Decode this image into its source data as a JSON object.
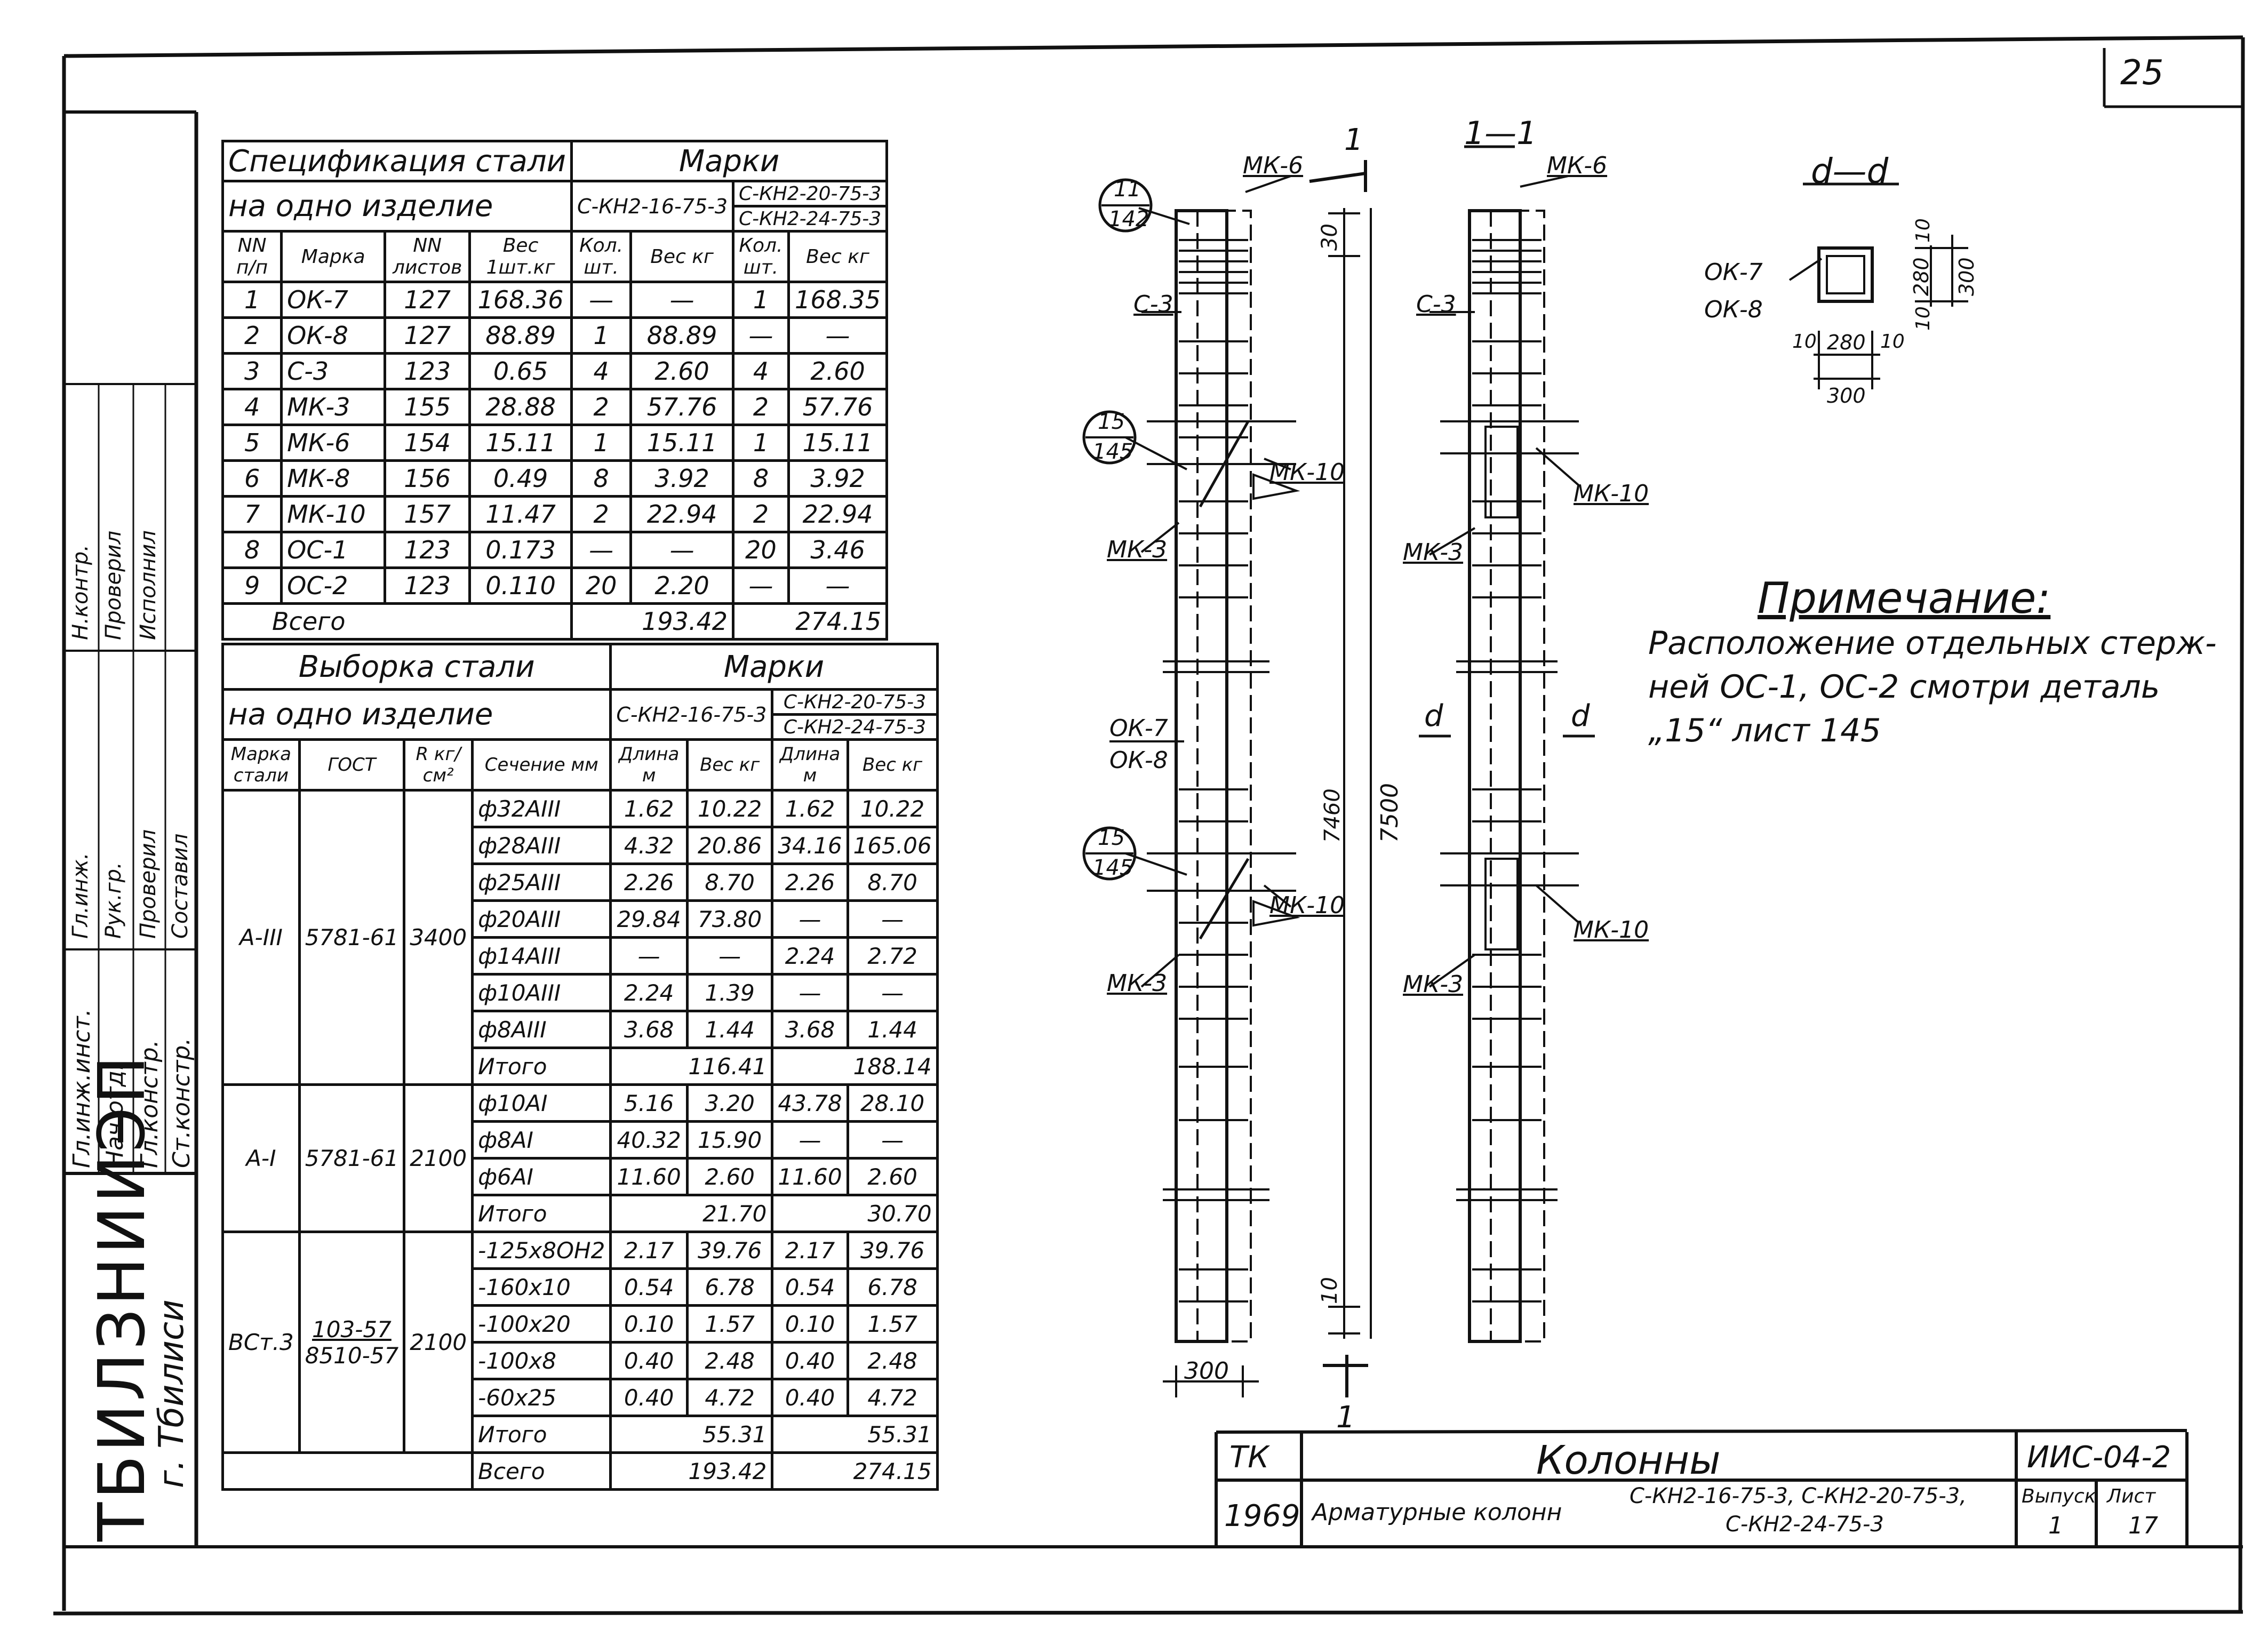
{
  "page_number": "25",
  "org": {
    "name": "ТБИЛЗНИИЭП",
    "city": "г. Тбилиси"
  },
  "signatures": {
    "roles": [
      "Гл.инж.инст.",
      "Нач.отд.",
      "Гл.констр.",
      "Ст.констр.",
      "Н.контр.",
      "Проверил",
      "Исполнил"
    ],
    "names": [
      "Гл.инж.",
      "Рук.гр.",
      "Проверил",
      "Составил"
    ]
  },
  "spec_table": {
    "title_line1": "Спецификация стали",
    "title_line2": "на одно изделие",
    "marks_header": "Марки",
    "mark1": "С-КН2-16-75-3",
    "mark2_line1": "С-КН2-20-75-3",
    "mark2_line2": "С-КН2-24-75-3",
    "col_headers": {
      "no": "NN п/п",
      "brand": "Марка",
      "sheets": "NN листов",
      "weight": "Вес 1шт.кг",
      "qty1": "Кол. шт.",
      "weight1": "Вес кг",
      "qty2": "Кол. шт.",
      "weight2": "Вес кг"
    },
    "rows": [
      {
        "no": "1",
        "brand": "ОК-7",
        "sheet": "127",
        "weight": "168.36",
        "qty1": "—",
        "w1": "—",
        "qty2": "1",
        "w2": "168.35"
      },
      {
        "no": "2",
        "brand": "ОК-8",
        "sheet": "127",
        "weight": "88.89",
        "qty1": "1",
        "w1": "88.89",
        "qty2": "—",
        "w2": "—"
      },
      {
        "no": "3",
        "brand": "С-3",
        "sheet": "123",
        "weight": "0.65",
        "qty1": "4",
        "w1": "2.60",
        "qty2": "4",
        "w2": "2.60"
      },
      {
        "no": "4",
        "brand": "МК-3",
        "sheet": "155",
        "weight": "28.88",
        "qty1": "2",
        "w1": "57.76",
        "qty2": "2",
        "w2": "57.76"
      },
      {
        "no": "5",
        "brand": "МК-6",
        "sheet": "154",
        "weight": "15.11",
        "qty1": "1",
        "w1": "15.11",
        "qty2": "1",
        "w2": "15.11"
      },
      {
        "no": "6",
        "brand": "МК-8",
        "sheet": "156",
        "weight": "0.49",
        "qty1": "8",
        "w1": "3.92",
        "qty2": "8",
        "w2": "3.92"
      },
      {
        "no": "7",
        "brand": "МК-10",
        "sheet": "157",
        "weight": "11.47",
        "qty1": "2",
        "w1": "22.94",
        "qty2": "2",
        "w2": "22.94"
      },
      {
        "no": "8",
        "brand": "ОС-1",
        "sheet": "123",
        "weight": "0.173",
        "qty1": "—",
        "w1": "—",
        "qty2": "20",
        "w2": "3.46"
      },
      {
        "no": "9",
        "brand": "ОС-2",
        "sheet": "123",
        "weight": "0.110",
        "qty1": "20",
        "w1": "2.20",
        "qty2": "—",
        "w2": "—"
      }
    ],
    "total_label": "Всего",
    "total1": "193.42",
    "total2": "274.15"
  },
  "sel_table": {
    "title_line1": "Выборка стали",
    "title_line2": "на одно изделие",
    "marks_header": "Марки",
    "mark1": "С-КН2-16-75-3",
    "mark2_line1": "С-КН2-20-75-3",
    "mark2_line2": "С-КН2-24-75-3",
    "col_headers": {
      "steel": "Марка стали",
      "gost": "ГОСТ",
      "r": "R кг/см²",
      "section": "Сечение мм",
      "len1": "Длина м",
      "w1": "Вес кг",
      "len2": "Длина м",
      "w2": "Вес кг"
    },
    "groups": [
      {
        "steel": "А-III",
        "gost": "5781-61",
        "r": "3400",
        "rows": [
          {
            "sec": "ф32АIII",
            "l1": "1.62",
            "w1": "10.22",
            "l2": "1.62",
            "w2": "10.22"
          },
          {
            "sec": "ф28АIII",
            "l1": "4.32",
            "w1": "20.86",
            "l2": "34.16",
            "w2": "165.06"
          },
          {
            "sec": "ф25АIII",
            "l1": "2.26",
            "w1": "8.70",
            "l2": "2.26",
            "w2": "8.70"
          },
          {
            "sec": "ф20АIII",
            "l1": "29.84",
            "w1": "73.80",
            "l2": "—",
            "w2": "—"
          },
          {
            "sec": "ф14АIII",
            "l1": "—",
            "w1": "—",
            "l2": "2.24",
            "w2": "2.72"
          },
          {
            "sec": "ф10АIII",
            "l1": "2.24",
            "w1": "1.39",
            "l2": "—",
            "w2": "—"
          },
          {
            "sec": "ф8АIII",
            "l1": "3.68",
            "w1": "1.44",
            "l2": "3.68",
            "w2": "1.44"
          }
        ],
        "total_label": "Итого",
        "total1": "116.41",
        "total2": "188.14"
      },
      {
        "steel": "А-I",
        "gost": "5781-61",
        "r": "2100",
        "rows": [
          {
            "sec": "ф10АI",
            "l1": "5.16",
            "w1": "3.20",
            "l2": "43.78",
            "w2": "28.10"
          },
          {
            "sec": "ф8АI",
            "l1": "40.32",
            "w1": "15.90",
            "l2": "—",
            "w2": "—"
          },
          {
            "sec": "ф6АI",
            "l1": "11.60",
            "w1": "2.60",
            "l2": "11.60",
            "w2": "2.60"
          }
        ],
        "total_label": "Итого",
        "total1": "21.70",
        "total2": "30.70"
      },
      {
        "steel": "ВСт.3",
        "gost_line1": "103-57",
        "gost_line2": "8510-57",
        "r": "2100",
        "rows": [
          {
            "sec": "-125х8ОН2",
            "l1": "2.17",
            "w1": "39.76",
            "l2": "2.17",
            "w2": "39.76"
          },
          {
            "sec": "-160х10",
            "l1": "0.54",
            "w1": "6.78",
            "l2": "0.54",
            "w2": "6.78"
          },
          {
            "sec": "-100х20",
            "l1": "0.10",
            "w1": "1.57",
            "l2": "0.10",
            "w2": "1.57"
          },
          {
            "sec": "-100х8",
            "l1": "0.40",
            "w1": "2.48",
            "l2": "0.40",
            "w2": "2.48"
          },
          {
            "sec": "-60х25",
            "l1": "0.40",
            "w1": "4.72",
            "l2": "0.40",
            "w2": "4.72"
          }
        ],
        "total_label": "Итого",
        "total1": "55.31",
        "total2": "55.31"
      }
    ],
    "grand_label": "Всего",
    "grand1": "193.42",
    "grand2": "274.15"
  },
  "drawing": {
    "callout_11_142": [
      "11",
      "142"
    ],
    "callout_15_145_a": [
      "15",
      "145"
    ],
    "callout_15_145_b": [
      "15",
      "145"
    ],
    "section_1_1": "1—1",
    "cut_mark": "1",
    "section_d_d": "d—d",
    "d_mark": "d",
    "labels": {
      "mk6": "МК-6",
      "c3": "С-3",
      "mk10": "МК-10",
      "mk3": "МК-3",
      "ok7": "ОК-7",
      "ok8": "ОК-8"
    },
    "dims": {
      "top": "30",
      "middle": "7460",
      "full": "7500",
      "bottom": "10",
      "width": "300",
      "dd_inner_h": "280",
      "dd_h": "300",
      "dd_edge": "10",
      "dd_inner_w": "280",
      "dd_w": "300"
    }
  },
  "note": {
    "heading": "Примечание:",
    "line1": "Расположение отдельных стерж-",
    "line2": "ней ОС-1, ОС-2 смотри деталь",
    "line3": "„15“ лист 145"
  },
  "stamp": {
    "tk": "ТК",
    "title": "Колонны",
    "code": "ИИС-04-2",
    "year": "1969",
    "subtitle": "Арматурные колонн",
    "marks_line1": "С-КН2-16-75-3, С-КН2-20-75-3,",
    "marks_line2": "С-КН2-24-75-3",
    "issue_label": "Выпуск",
    "issue": "1",
    "sheet_label": "Лист",
    "sheet": "17"
  }
}
